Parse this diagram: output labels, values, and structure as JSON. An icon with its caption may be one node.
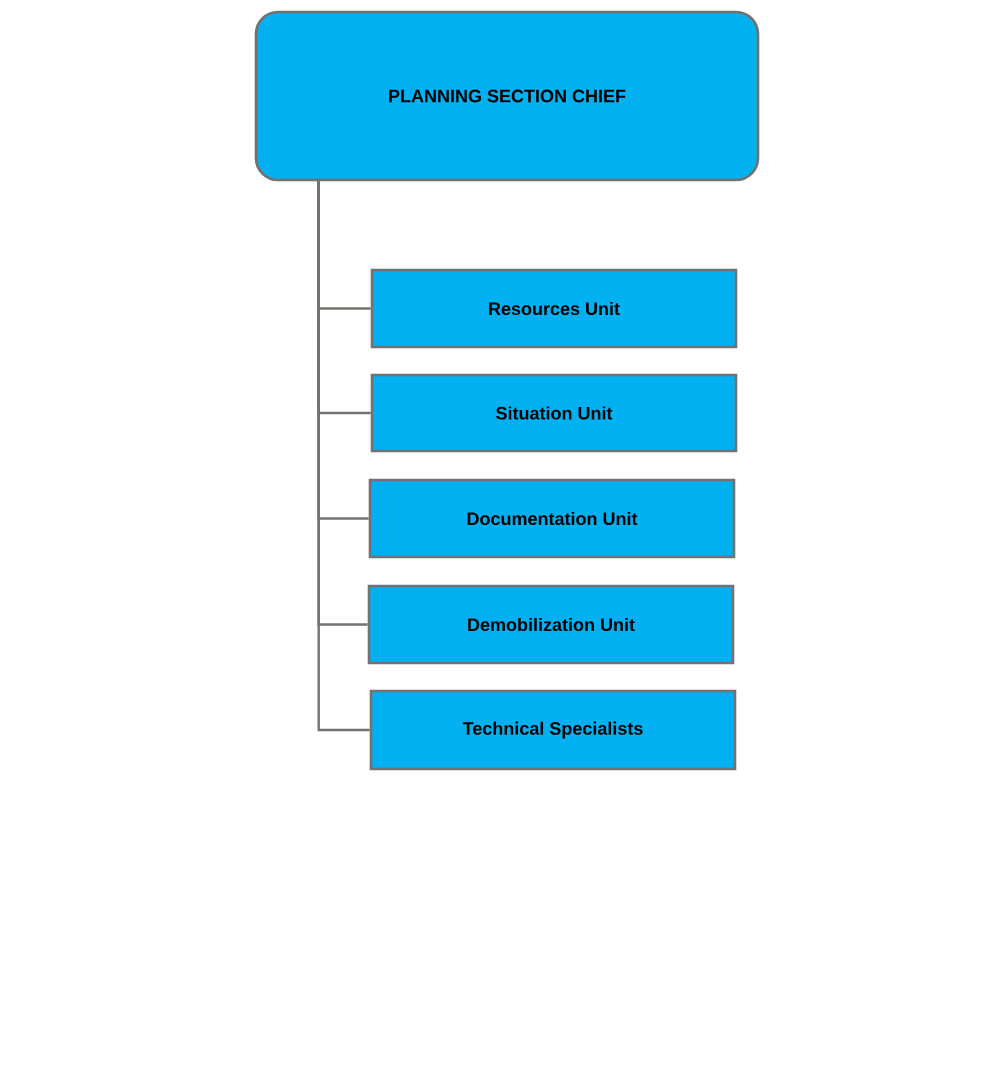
{
  "diagram": {
    "nodes": [
      {
        "text": [
          "PLANNING SECTION CHIEF"
        ]
      },
      {
        "text": [
          "Resources Unit"
        ]
      },
      {
        "text": [
          "Situation Unit"
        ]
      },
      {
        "text": [
          "Documentation Unit"
        ]
      },
      {
        "text": [
          "Demobilization Unit"
        ]
      },
      {
        "text": [
          "Technical Specialists"
        ]
      }
    ],
    "edges": [
      {
        "from": 0,
        "to": 1,
        "arrow": "none"
      },
      {
        "from": 0,
        "to": 2,
        "arrow": "none"
      },
      {
        "from": 0,
        "to": 3,
        "arrow": "none"
      },
      {
        "from": 0,
        "to": 4,
        "arrow": "none"
      },
      {
        "from": 0,
        "to": 5,
        "arrow": "none"
      }
    ]
  }
}
